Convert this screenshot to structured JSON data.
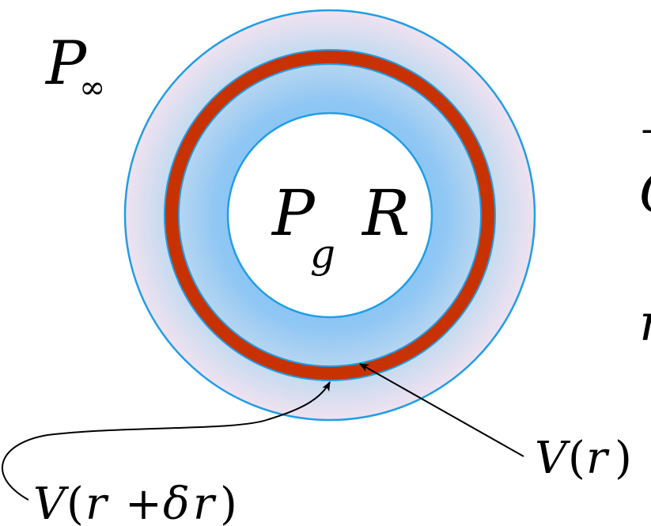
{
  "labels": {
    "p_inf": {
      "main": "P",
      "sub": "∞"
    },
    "p_g": {
      "main": "P",
      "sub": "g"
    },
    "radius": "R",
    "v_r": {
      "v": "V",
      "open": "(",
      "var": "r",
      "close": ")"
    },
    "v_r_dr": {
      "v": "V",
      "open": "(",
      "var": "r",
      "plus": "+",
      "delta": "δ",
      "var2": "r",
      "close": ")"
    },
    "edge_frac": "−",
    "edge_c": "C",
    "edge_r": "r"
  },
  "colors": {
    "shell_fill_outer": "#bcd6ef",
    "shell_fill_inner": "#8fc4f4",
    "halo": "#efe0ef",
    "shell_stroke": "#1f9ee6",
    "thin_shell": "#c83200",
    "arrow": "#000000"
  }
}
